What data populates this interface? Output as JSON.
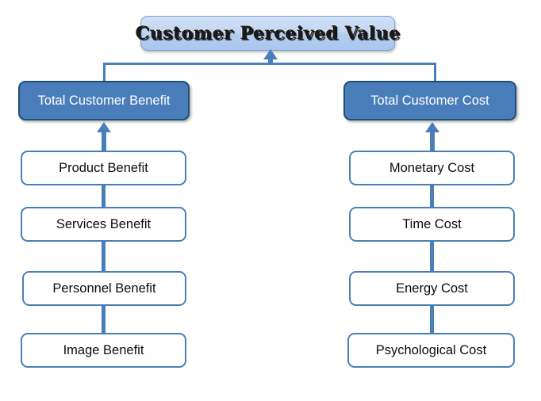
{
  "diagram": {
    "title": "Customer Perceived Value",
    "colors": {
      "accent_blue": "#4a7ebb",
      "header_border": "#1f4e79",
      "title_fill_light": "#cfe0f6",
      "title_fill_dark": "#a9c6ee",
      "box_background": "#ffffff",
      "canvas_background": "#ffffff"
    },
    "columns": [
      {
        "header": "Total Customer Benefit",
        "items": [
          "Product Benefit",
          "Services Benefit",
          "Personnel Benefit",
          "Image Benefit"
        ]
      },
      {
        "header": "Total Customer Cost",
        "items": [
          "Monetary Cost",
          "Time Cost",
          "Energy Cost",
          "Psychological Cost"
        ]
      }
    ]
  }
}
